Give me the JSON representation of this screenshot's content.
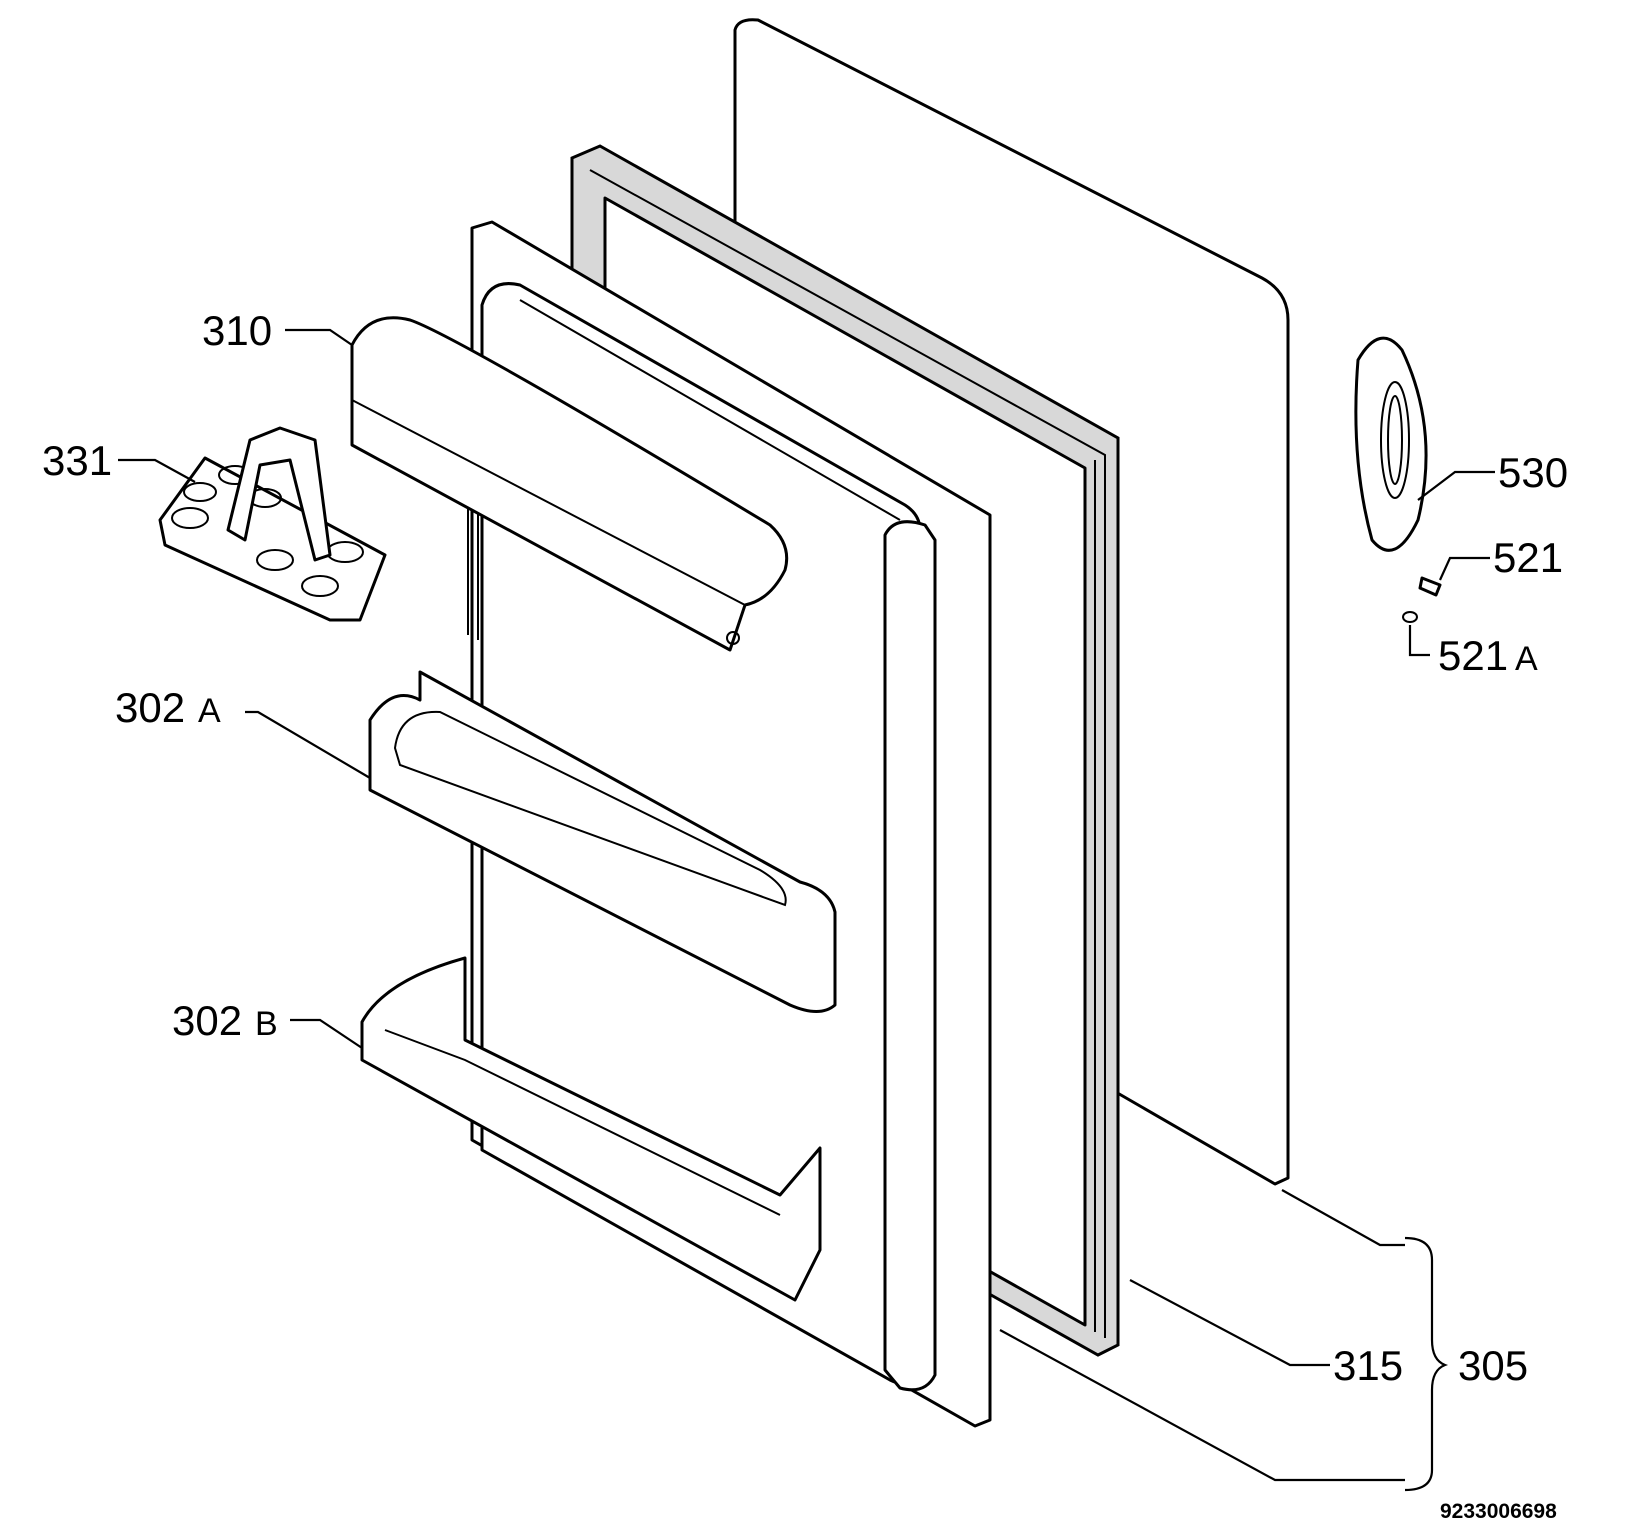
{
  "labels": {
    "p310": "310",
    "p331": "331",
    "p302a_num": "302",
    "p302a_suffix": "A",
    "p302b_num": "302",
    "p302b_suffix": "B",
    "p530": "530",
    "p521": "521",
    "p521a_num": "521",
    "p521a_suffix": "A",
    "p315": "315",
    "p305": "305"
  },
  "drawing_code": "9233006698",
  "colors": {
    "line": "#000000",
    "background": "#ffffff",
    "gasket_fill": "#d8d8d8"
  }
}
